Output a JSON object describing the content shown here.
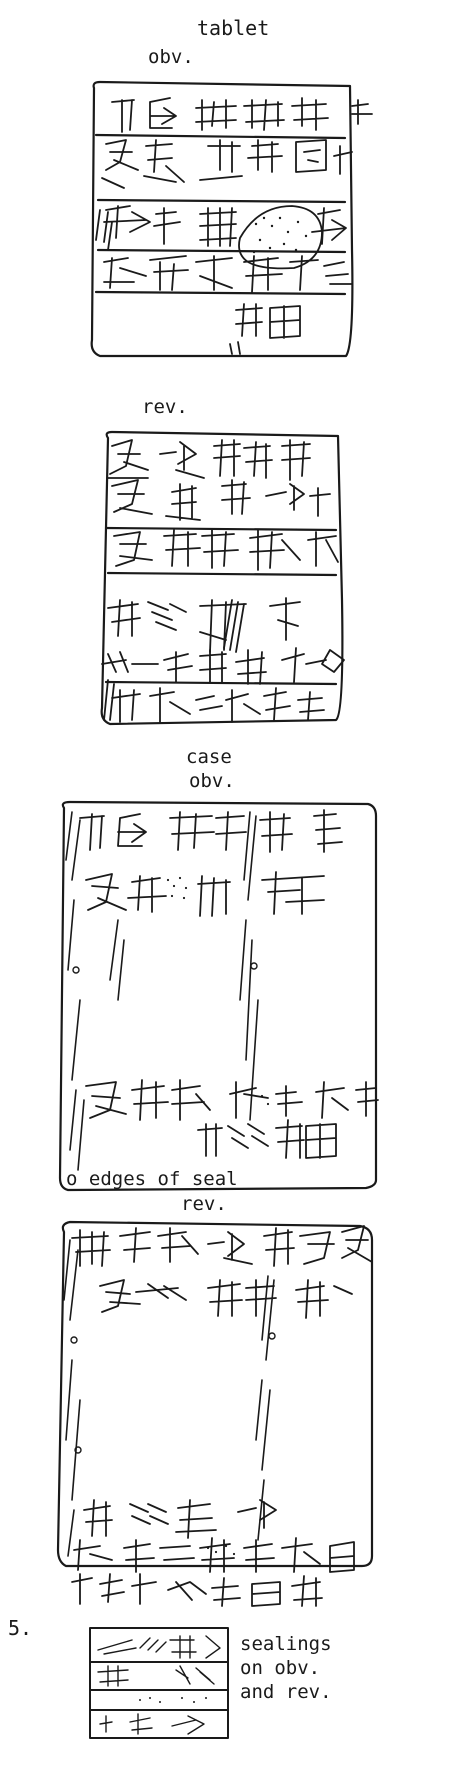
{
  "labels": {
    "tablet": "tablet",
    "tablet_obv": "obv.",
    "tablet_rev": "rev.",
    "case": "case",
    "case_obv": "obv.",
    "seal_note": "o edges of seal",
    "case_rev": "rev.",
    "line_number": "5.",
    "sealings": [
      "sealings",
      "on obv.",
      "and rev."
    ]
  },
  "colors": {
    "ink": "#1a1a1a",
    "paper": "#ffffff"
  }
}
